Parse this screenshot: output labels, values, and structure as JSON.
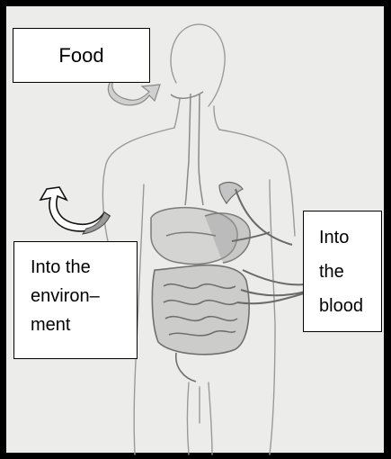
{
  "labels": {
    "food": "Food",
    "environment": [
      "Into the",
      "environ–",
      "ment"
    ],
    "blood": [
      "Into",
      "the",
      "blood"
    ]
  },
  "icons": {
    "food_arrow": "curved-arrow-icon",
    "environment_arrow": "curved-arrow-icon",
    "blood_arrow": "curved-arrow-icon"
  },
  "colors": {
    "border": "#000000",
    "paper": "#ececea",
    "pencil": "#8a8a8a",
    "arrow_fill": "#d0d0d0",
    "box_fill": "#ffffff"
  }
}
